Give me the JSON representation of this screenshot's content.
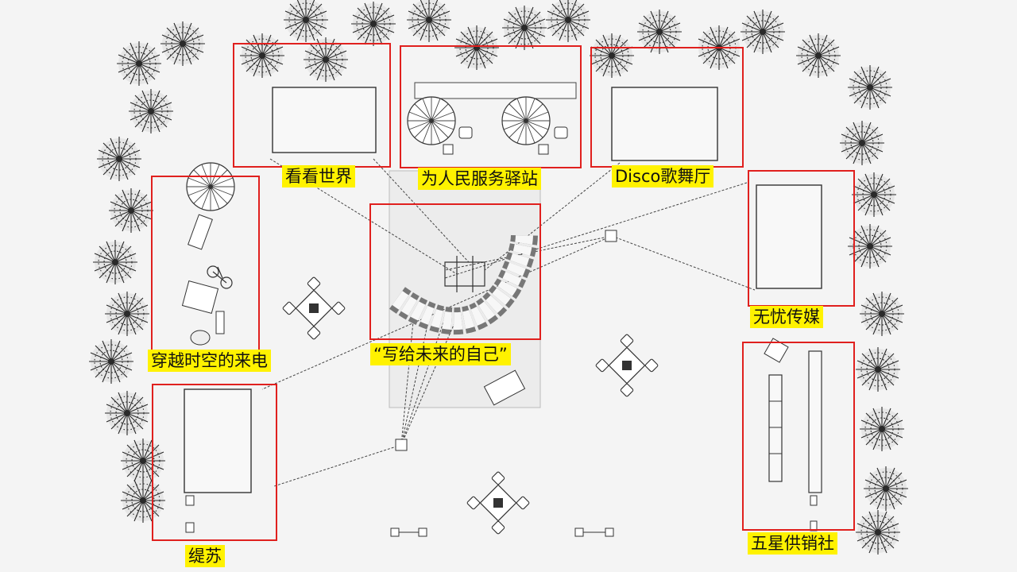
{
  "zones": [
    {
      "id": "kankan",
      "label": "看看世界"
    },
    {
      "id": "service",
      "label": "为人民服务驿站"
    },
    {
      "id": "disco",
      "label": "Disco歌舞厅"
    },
    {
      "id": "media",
      "label": "无忧传媒"
    },
    {
      "id": "timecall",
      "label": "穿越时空的来电"
    },
    {
      "id": "future",
      "label": "“写给未来的自己”"
    },
    {
      "id": "tisu",
      "label": "缇苏"
    },
    {
      "id": "coop",
      "label": "五星供销社"
    }
  ],
  "colors": {
    "zone_border": "#e0201e",
    "label_bg": "#fff200",
    "background": "#f4f4f4",
    "plant_line": "#2a2a2a"
  },
  "icons": [
    "palm-tree-icon",
    "umbrella-table-icon",
    "cafe-table-icon",
    "bicycle-icon",
    "bench-icon"
  ]
}
